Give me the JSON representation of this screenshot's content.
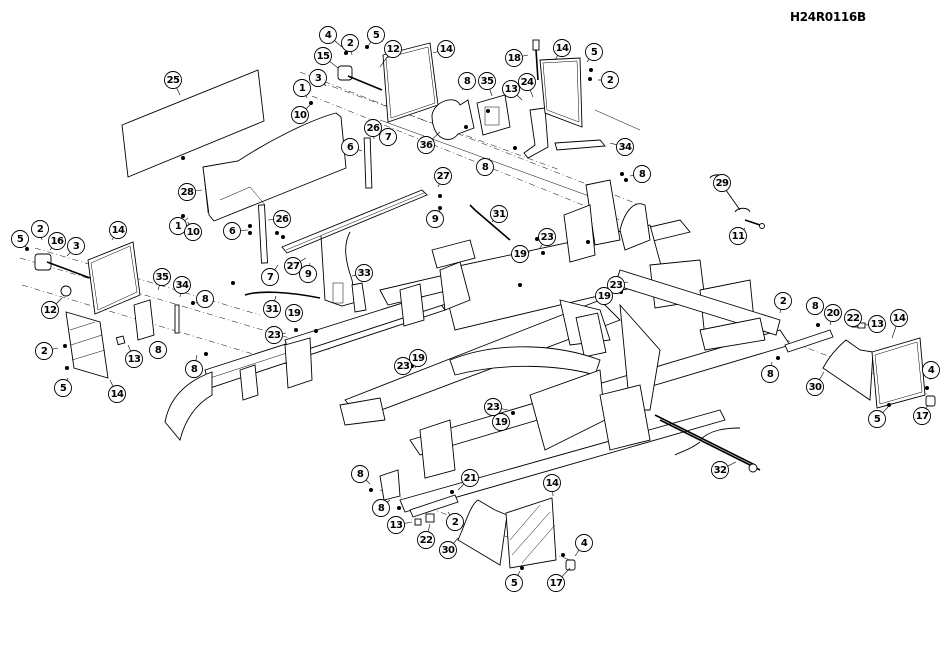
{
  "title_block": {
    "drawing_number": "H24R0116",
    "revision": "B"
  },
  "callouts": [
    {
      "id": "c1",
      "label": "25"
    },
    {
      "id": "c2",
      "label": "4"
    },
    {
      "id": "c3",
      "label": "2"
    },
    {
      "id": "c4",
      "label": "5"
    },
    {
      "id": "c5",
      "label": "15"
    },
    {
      "id": "c6",
      "label": "12"
    },
    {
      "id": "c7",
      "label": "14"
    },
    {
      "id": "c8",
      "label": "3"
    },
    {
      "id": "c9",
      "label": "1"
    },
    {
      "id": "c10",
      "label": "10"
    },
    {
      "id": "c11",
      "label": "8"
    },
    {
      "id": "c12",
      "label": "35"
    },
    {
      "id": "c13",
      "label": "36"
    },
    {
      "id": "c14",
      "label": "18"
    },
    {
      "id": "c15",
      "label": "14"
    },
    {
      "id": "c16",
      "label": "5"
    },
    {
      "id": "c17",
      "label": "2"
    },
    {
      "id": "c18",
      "label": "13"
    },
    {
      "id": "c19",
      "label": "24"
    },
    {
      "id": "c20",
      "label": "8"
    },
    {
      "id": "c21",
      "label": "34"
    },
    {
      "id": "c22",
      "label": "8"
    },
    {
      "id": "c23",
      "label": "26"
    },
    {
      "id": "c24",
      "label": "7"
    },
    {
      "id": "c25",
      "label": "6"
    },
    {
      "id": "c26",
      "label": "28"
    },
    {
      "id": "c27",
      "label": "27"
    },
    {
      "id": "c28",
      "label": "9"
    },
    {
      "id": "c29",
      "label": "1"
    },
    {
      "id": "c30",
      "label": "10"
    },
    {
      "id": "c31",
      "label": "26"
    },
    {
      "id": "c32",
      "label": "6"
    },
    {
      "id": "c33",
      "label": "27"
    },
    {
      "id": "c34",
      "label": "9"
    },
    {
      "id": "c35",
      "label": "7"
    },
    {
      "id": "c36",
      "label": "33"
    },
    {
      "id": "c37",
      "label": "31"
    },
    {
      "id": "c38",
      "label": "29"
    },
    {
      "id": "c39",
      "label": "11"
    },
    {
      "id": "c40",
      "label": "19"
    },
    {
      "id": "c41",
      "label": "23"
    },
    {
      "id": "c42",
      "label": "23"
    },
    {
      "id": "c43",
      "label": "19"
    },
    {
      "id": "c44",
      "label": "5"
    },
    {
      "id": "c45",
      "label": "2"
    },
    {
      "id": "c46",
      "label": "16"
    },
    {
      "id": "c47",
      "label": "3"
    },
    {
      "id": "c48",
      "label": "14"
    },
    {
      "id": "c49",
      "label": "12"
    },
    {
      "id": "c50",
      "label": "35"
    },
    {
      "id": "c51",
      "label": "34"
    },
    {
      "id": "c52",
      "label": "8"
    },
    {
      "id": "c53",
      "label": "13"
    },
    {
      "id": "c54",
      "label": "8"
    },
    {
      "id": "c55",
      "label": "8"
    },
    {
      "id": "c56",
      "label": "2"
    },
    {
      "id": "c57",
      "label": "5"
    },
    {
      "id": "c58",
      "label": "14"
    },
    {
      "id": "c59",
      "label": "31"
    },
    {
      "id": "c60",
      "label": "19"
    },
    {
      "id": "c61",
      "label": "23"
    },
    {
      "id": "c62",
      "label": "23"
    },
    {
      "id": "c63",
      "label": "19"
    },
    {
      "id": "c64",
      "label": "23"
    },
    {
      "id": "c65",
      "label": "19"
    },
    {
      "id": "c66",
      "label": "2"
    },
    {
      "id": "c67",
      "label": "8"
    },
    {
      "id": "c68",
      "label": "20"
    },
    {
      "id": "c69",
      "label": "22"
    },
    {
      "id": "c70",
      "label": "13"
    },
    {
      "id": "c71",
      "label": "14"
    },
    {
      "id": "c72",
      "label": "8"
    },
    {
      "id": "c73",
      "label": "30"
    },
    {
      "id": "c74",
      "label": "4"
    },
    {
      "id": "c75",
      "label": "5"
    },
    {
      "id": "c76",
      "label": "17"
    },
    {
      "id": "c77",
      "label": "32"
    },
    {
      "id": "c78",
      "label": "8"
    },
    {
      "id": "c79",
      "label": "21"
    },
    {
      "id": "c80",
      "label": "8"
    },
    {
      "id": "c81",
      "label": "14"
    },
    {
      "id": "c82",
      "label": "13"
    },
    {
      "id": "c83",
      "label": "2"
    },
    {
      "id": "c84",
      "label": "22"
    },
    {
      "id": "c85",
      "label": "30"
    },
    {
      "id": "c86",
      "label": "4"
    },
    {
      "id": "c87",
      "label": "5"
    },
    {
      "id": "c88",
      "label": "17"
    }
  ]
}
